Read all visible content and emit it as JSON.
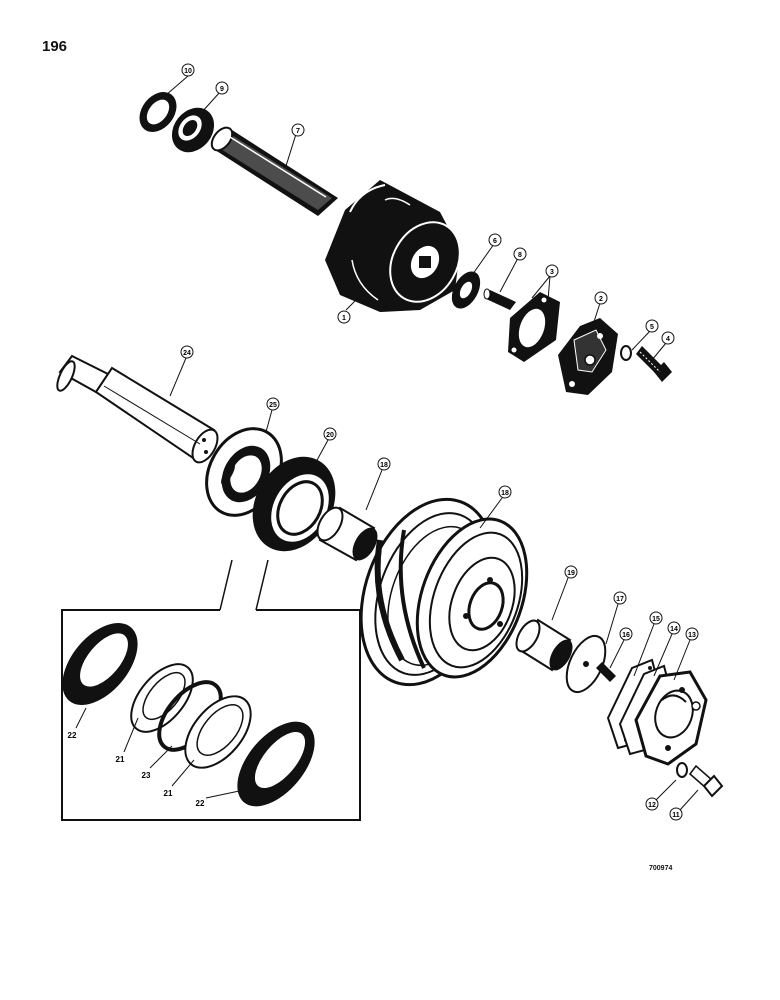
{
  "page_number": "196",
  "reference_code": "700974",
  "callouts": {
    "c1": "1",
    "c2": "2",
    "c3": "3",
    "c4": "4",
    "c5": "5",
    "c6": "6",
    "c7": "7",
    "c8": "8",
    "c9": "9",
    "c10": "10",
    "c11": "11",
    "c12": "12",
    "c13": "13",
    "c14": "14",
    "c15": "15",
    "c16a": "16",
    "c17": "17",
    "c18a": "18",
    "c18b": "18",
    "c19": "19",
    "c20": "20",
    "c24": "24",
    "c25": "25"
  },
  "inset_labels": {
    "l22a": "22",
    "l21a": "21",
    "l23": "23",
    "l21b": "21",
    "l22b": "22"
  }
}
